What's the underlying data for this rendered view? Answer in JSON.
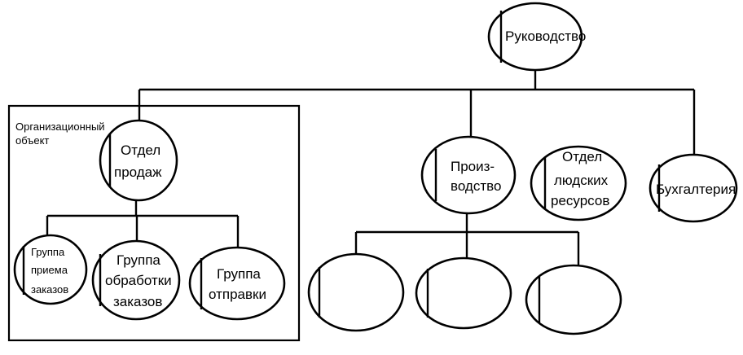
{
  "diagram": {
    "root": {
      "label": [
        "Руководство"
      ]
    },
    "frame": {
      "label": [
        "Организационный",
        "объект"
      ]
    },
    "departments": [
      {
        "id": "sales",
        "label": [
          "Отдел",
          "продаж"
        ]
      },
      {
        "id": "production",
        "label": [
          "Произ-",
          "водство"
        ]
      },
      {
        "id": "hr",
        "label": [
          "Отдел",
          "людских",
          "ресурсов"
        ]
      },
      {
        "id": "accounting",
        "label": [
          "Бухгалтерия"
        ]
      }
    ],
    "sales_groups": [
      {
        "id": "order-intake",
        "label": [
          "Группа",
          "приема",
          "заказов"
        ]
      },
      {
        "id": "order-processing",
        "label": [
          "Группа",
          "обработки",
          "заказов"
        ]
      },
      {
        "id": "shipping",
        "label": [
          "Группа",
          "отправки"
        ]
      }
    ],
    "production_units": [
      {
        "id": "unit-1",
        "label": []
      },
      {
        "id": "unit-2",
        "label": []
      },
      {
        "id": "unit-3",
        "label": []
      }
    ]
  }
}
